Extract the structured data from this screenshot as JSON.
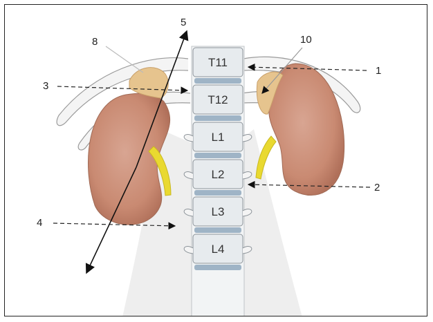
{
  "vertebrae": [
    "T11",
    "T12",
    "L1",
    "L2",
    "L3",
    "L4"
  ],
  "callouts": {
    "c1": "1",
    "c2": "2",
    "c3": "3",
    "c4": "4",
    "c5": "5",
    "c8": "8",
    "c10": "10"
  },
  "colors": {
    "kidney": "#c98a72",
    "adrenal": "#e6c48e",
    "ureter": "#e9d930",
    "bone": "#e7ebee",
    "disc": "#9fb4c6"
  }
}
